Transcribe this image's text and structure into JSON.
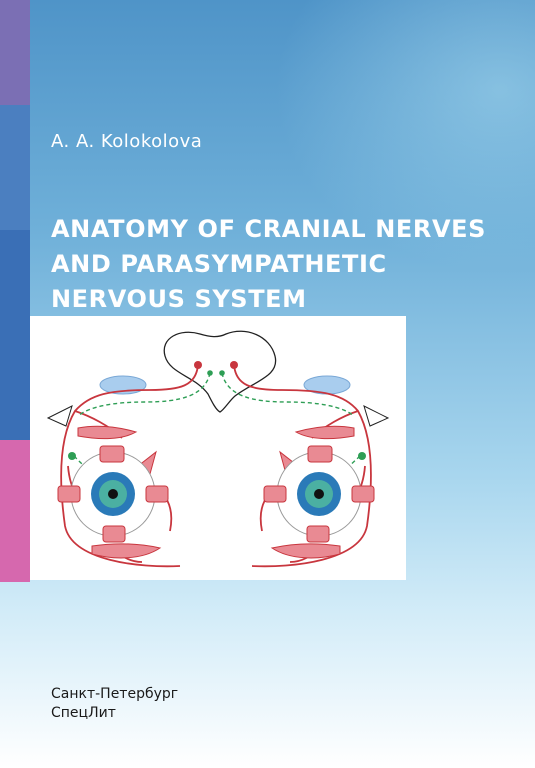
{
  "author": "A. A. Kolokolova",
  "title_lines": [
    "ANATOMY OF CRANIAL NERVES",
    "AND PARASYMPATHETIC",
    "NERVOUS SYSTEM"
  ],
  "publisher_lines": [
    "Санкт-Петербург",
    "СпецЛит"
  ],
  "colors": {
    "spine_purple": "#7b6fb4",
    "spine_blue": "#3a6fb6",
    "spine_pink": "#d668ae",
    "nerve_red": "#c8363e",
    "nucleus_pink": "#e98a93",
    "parasympathetic_green": "#2e9e55",
    "eye_iris_blue": "#2a7ab8",
    "ganglion_blue": "#a9cdee"
  }
}
